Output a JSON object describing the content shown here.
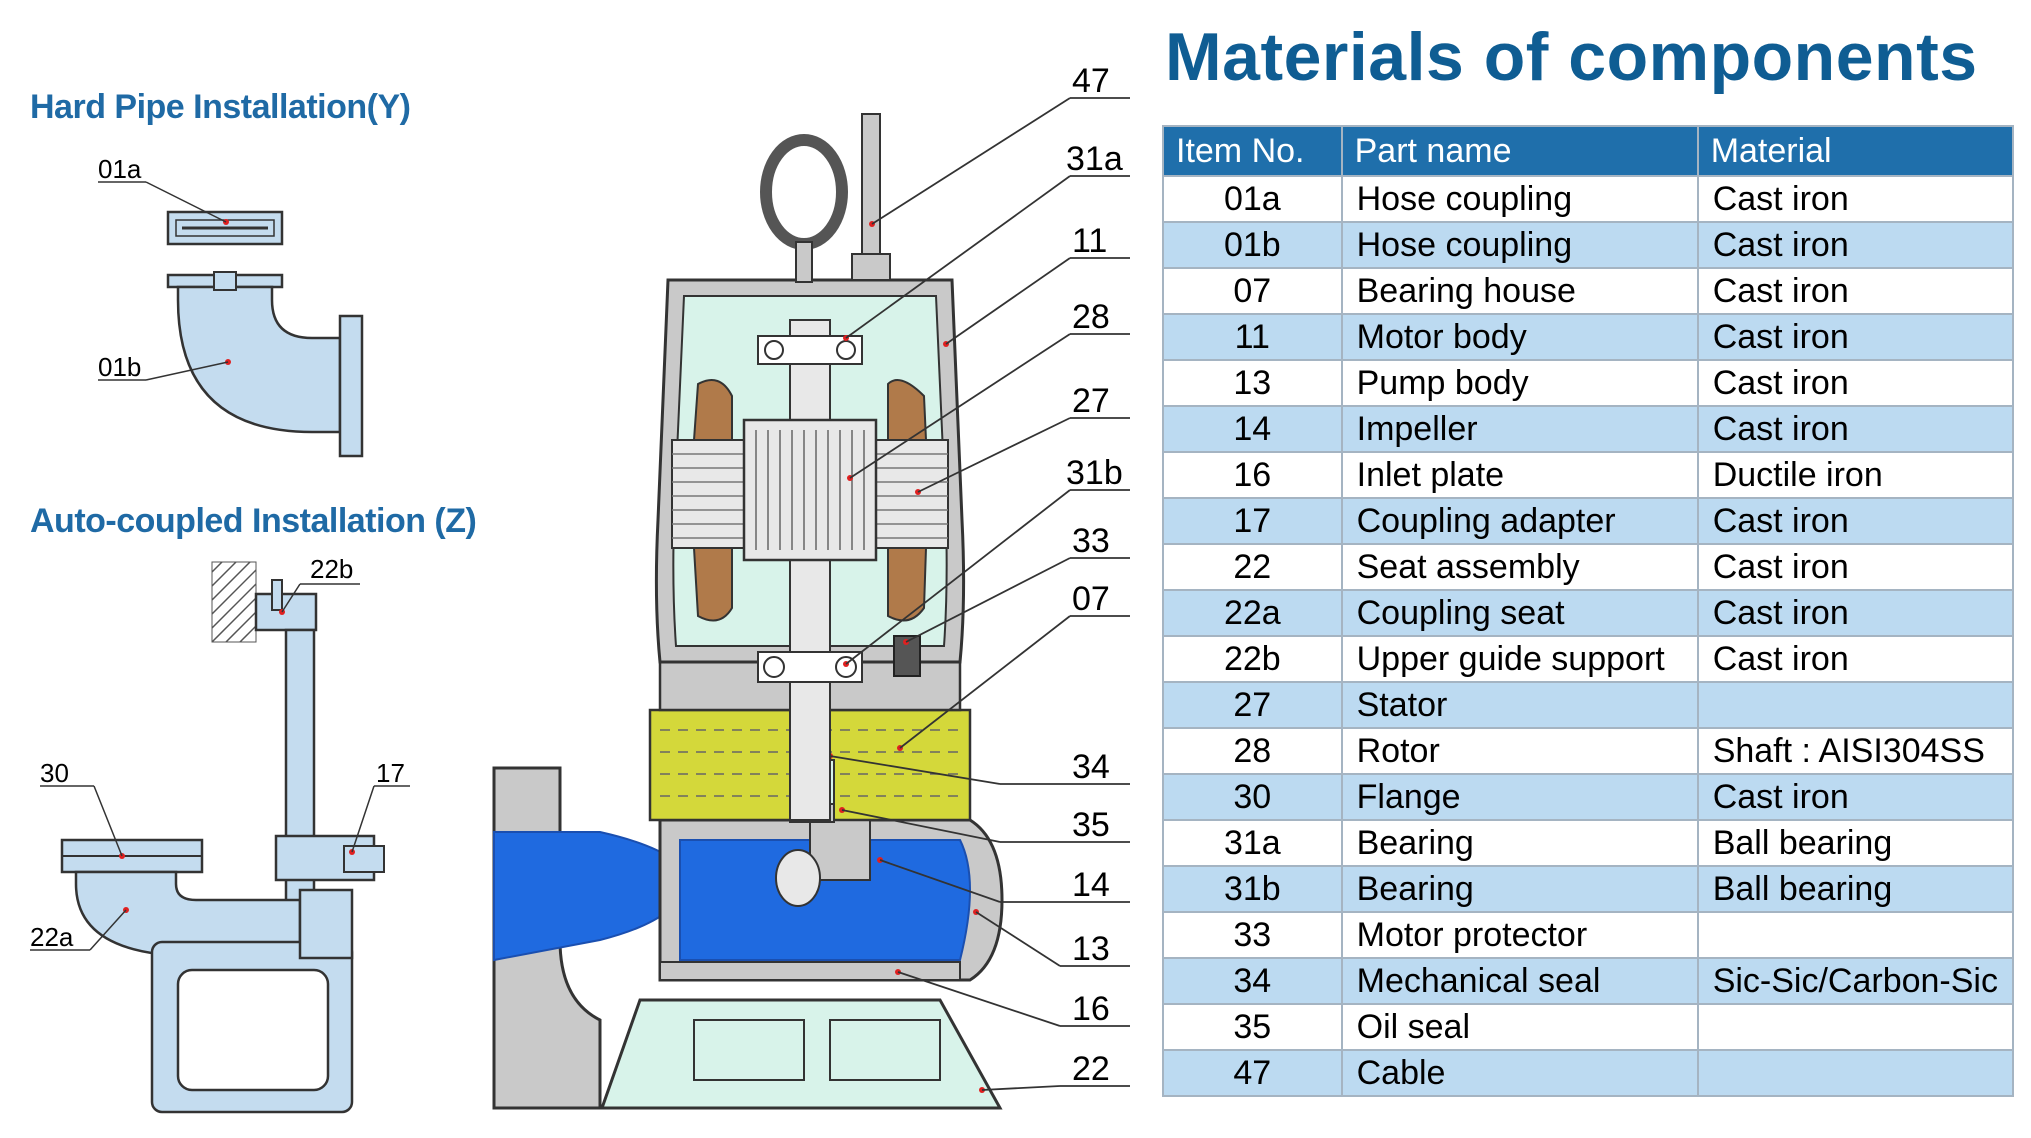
{
  "left": {
    "hard_pipe_title": "Hard Pipe  Installation(Y)",
    "auto_coupled_title": "Auto-coupled Installation (Z)",
    "labels": {
      "l01a": "01a",
      "l01b": "01b",
      "l22b": "22b",
      "l30": "30",
      "l17": "17",
      "l22a": "22a"
    }
  },
  "center": {
    "callouts": {
      "c47": "47",
      "c31a": "31a",
      "c11": "11",
      "c28": "28",
      "c27": "27",
      "c31b": "31b",
      "c33": "33",
      "c07": "07",
      "c34": "34",
      "c35": "35",
      "c14": "14",
      "c13": "13",
      "c16": "16",
      "c22": "22"
    }
  },
  "table": {
    "title": "Materials of components",
    "headers": {
      "item": "Item No.",
      "part": "Part name",
      "material": "Material"
    },
    "rows": [
      {
        "item": "01a",
        "part": "Hose coupling",
        "material": "Cast iron"
      },
      {
        "item": "01b",
        "part": "Hose coupling",
        "material": "Cast iron"
      },
      {
        "item": "07",
        "part": "Bearing house",
        "material": "Cast iron"
      },
      {
        "item": "11",
        "part": "Motor body",
        "material": "Cast iron"
      },
      {
        "item": "13",
        "part": "Pump body",
        "material": "Cast iron"
      },
      {
        "item": "14",
        "part": "Impeller",
        "material": "Cast iron"
      },
      {
        "item": "16",
        "part": "Inlet plate",
        "material": "Ductile iron"
      },
      {
        "item": "17",
        "part": "Coupling adapter",
        "material": "Cast iron"
      },
      {
        "item": "22",
        "part": "Seat assembly",
        "material": "Cast iron"
      },
      {
        "item": "22a",
        "part": "Coupling seat",
        "material": "Cast iron"
      },
      {
        "item": "22b",
        "part": "Upper guide support",
        "material": "Cast iron"
      },
      {
        "item": "27",
        "part": "Stator",
        "material": ""
      },
      {
        "item": "28",
        "part": "Rotor",
        "material": "Shaft : AISI304SS"
      },
      {
        "item": "30",
        "part": "Flange",
        "material": "Cast iron"
      },
      {
        "item": "31a",
        "part": "Bearing",
        "material": "Ball bearing"
      },
      {
        "item": "31b",
        "part": "Bearing",
        "material": "Ball bearing"
      },
      {
        "item": "33",
        "part": "Motor protector",
        "material": ""
      },
      {
        "item": "34",
        "part": "Mechanical seal",
        "material": "Sic-Sic/Carbon-Sic"
      },
      {
        "item": "35",
        "part": "Oil seal",
        "material": ""
      },
      {
        "item": "47",
        "part": "Cable",
        "material": ""
      }
    ]
  },
  "colors": {
    "title_blue": "#0f5d93",
    "header_blue": "#1f6fab",
    "row_alt": "#bcdaf1",
    "pipe_fill": "#c4dcef",
    "motor_fill": "#d8f3ea",
    "oil_fill": "#d4d83a",
    "impeller_blue": "#1f6ae0",
    "winding_brown": "#b07a4a"
  }
}
